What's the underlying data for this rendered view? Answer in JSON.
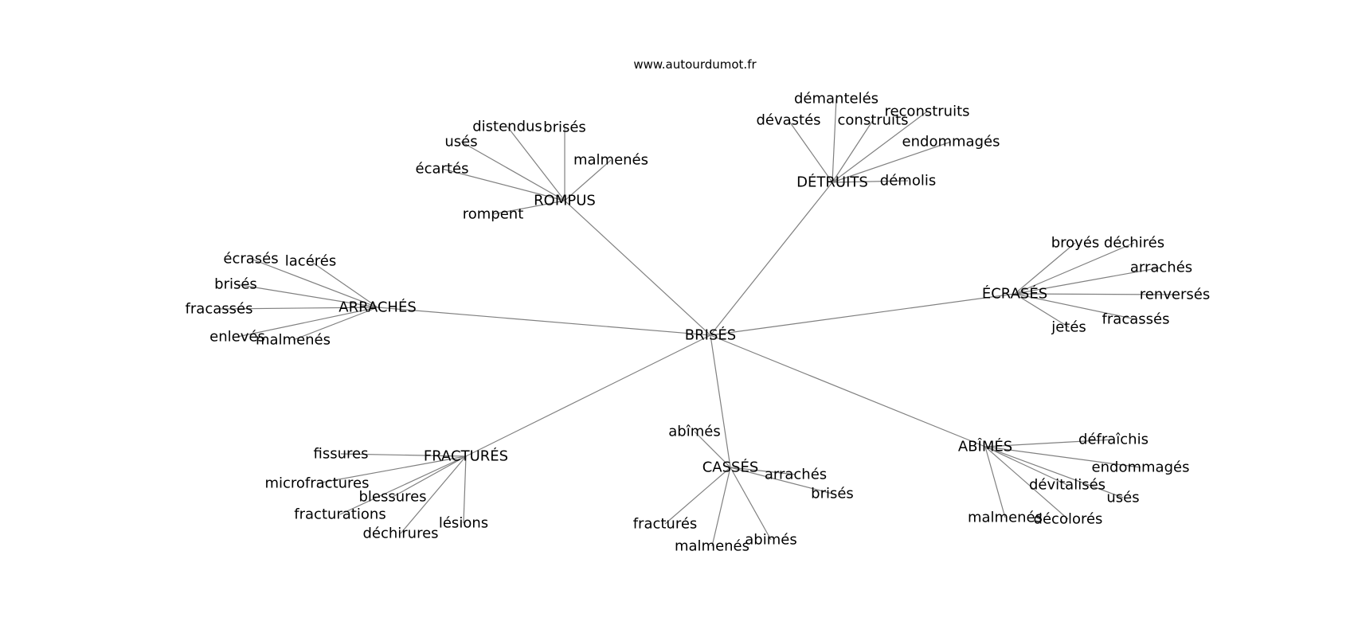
{
  "site": {
    "url": "www.autourdumot.fr"
  },
  "graph": {
    "center": "BRISÉS",
    "groups": [
      {
        "hub": "ROMPUS",
        "leaves": [
          "distendus",
          "brisés",
          "usés",
          "malmenés",
          "écartés",
          "rompent"
        ]
      },
      {
        "hub": "DÉTRUITS",
        "leaves": [
          "démantelés",
          "dévastés",
          "construits",
          "reconstruits",
          "endommagés",
          "démolis"
        ]
      },
      {
        "hub": "ARRACHÉS",
        "leaves": [
          "écrasés",
          "lacérés",
          "brisés",
          "fracassés",
          "enlevés",
          "malmenés"
        ]
      },
      {
        "hub": "ÉCRASÉS",
        "leaves": [
          "broyés",
          "déchirés",
          "arrachés",
          "renversés",
          "fracassés",
          "jetés"
        ]
      },
      {
        "hub": "FRACTURÉS",
        "leaves": [
          "fissures",
          "microfractures",
          "blessures",
          "fracturations",
          "déchirures",
          "lésions"
        ]
      },
      {
        "hub": "CASSÉS",
        "leaves": [
          "abîmés",
          "arrachés",
          "brisés",
          "fracturés",
          "malmenés",
          "abimés"
        ]
      },
      {
        "hub": "ABÎMÉS",
        "leaves": [
          "défraîchis",
          "endommagés",
          "dévitalisés",
          "usés",
          "malmenés",
          "décolorés"
        ]
      }
    ]
  }
}
